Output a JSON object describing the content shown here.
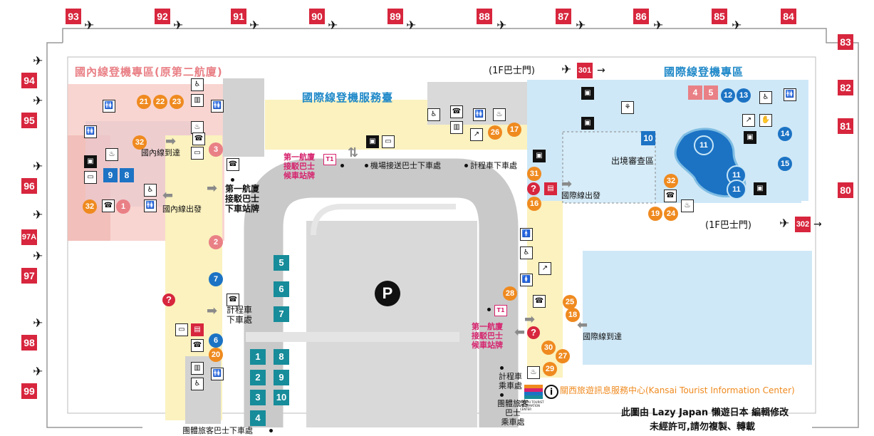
{
  "gates": [
    {
      "label": "93"
    },
    {
      "label": "92"
    },
    {
      "label": "91"
    },
    {
      "label": "90"
    },
    {
      "label": "89"
    },
    {
      "label": "88"
    },
    {
      "label": "87"
    },
    {
      "label": "86"
    },
    {
      "label": "85"
    },
    {
      "label": "84"
    },
    {
      "label": "83"
    },
    {
      "label": "82"
    },
    {
      "label": "81"
    },
    {
      "label": "80"
    },
    {
      "label": "94"
    },
    {
      "label": "95"
    },
    {
      "label": "96"
    },
    {
      "label": "97A"
    },
    {
      "label": "97"
    },
    {
      "label": "98"
    },
    {
      "label": "99"
    }
  ],
  "zones": {
    "domestic_zone": "國內線登機專區(原第二航廈)",
    "intl_counter": "國際線登機服務臺",
    "intl_zone": "國際線登機專區",
    "immigration": "出境審查區"
  },
  "bus_gate_top": {
    "prefix": "(1F巴士門)",
    "gate": "301",
    "arrow": "→"
  },
  "bus_gate_right": {
    "prefix": "(1F巴士門)",
    "gate": "302",
    "arrow": "→"
  },
  "labels": {
    "domestic_arrival": "國內線到達",
    "domestic_departure": "國內線出發",
    "intl_departure": "國際線出發",
    "intl_arrival": "國際線到達",
    "t1_bus_stop_top_1": "第一航廈",
    "t1_bus_stop_top_2": "接駁巴士",
    "t1_bus_stop_top_3": "候車站牌",
    "shuttle_drop": "機場接送巴士下車處",
    "taxi_drop_top": "計程車下車處",
    "t1_sign_1": "第一航廈",
    "t1_sign_2": "接駁巴士",
    "t1_sign_3": "下車站牌",
    "taxi_drop_left_1": "計程車",
    "taxi_drop_left_2": "下車處",
    "t1_bus_stop_bottom_1": "第一航廈",
    "t1_bus_stop_bottom_2": "接駁巴士",
    "t1_bus_stop_bottom_3": "候車站牌",
    "taxi_pick_1": "計程車",
    "taxi_pick_2": "乘車處",
    "group_bus_pick_1": "團體旅客",
    "group_bus_pick_2": "巴士",
    "group_bus_pick_3": "乘車處",
    "group_bus_drop": "團體旅客巴士下車處",
    "tourist_center": "關西旅遊訊息服務中心(Kansai Tourist Information Center)",
    "kansai_logo_text": "KANSAI TOURIST INFORMATION CENTER",
    "parking": "P",
    "t1_icon": "T1"
  },
  "credit": {
    "line1": "此圖由 Lazy Japan 懶遊日本 編輯修改",
    "line2": "未經許可,請勿複製、轉載"
  },
  "bus_stops": [
    "1",
    "2",
    "3",
    "4",
    "5",
    "6",
    "7",
    "8",
    "9",
    "10"
  ],
  "facility_numbers": {
    "orange": [
      "21",
      "22",
      "23",
      "32",
      "32",
      "31",
      "16",
      "26",
      "17",
      "28",
      "25",
      "18",
      "30",
      "27",
      "29",
      "19",
      "24",
      "20",
      "32"
    ],
    "blue": [
      "9",
      "8",
      "7",
      "6",
      "10",
      "11",
      "11",
      "11",
      "12",
      "13",
      "14",
      "15"
    ],
    "pink": [
      "1",
      "2",
      "3",
      "4",
      "5"
    ]
  },
  "icons": [
    "restroom-icon",
    "elevator-icon",
    "smoking-icon",
    "phone-icon",
    "atm-icon",
    "computer-icon",
    "info-icon",
    "post-icon",
    "nursing-icon",
    "baby-icon",
    "airplane-icon"
  ],
  "colors": {
    "gate_red": "#d7263d",
    "domestic_pink": "#f4c9c5",
    "intl_blue": "#cfe8f7",
    "corridor_yellow": "#fbf2bf",
    "road_gray": "#c9c9c9",
    "bus_teal": "#178c9a",
    "orange": "#ef8a1f",
    "blue": "#1c73c4",
    "magenta": "#d6246e"
  }
}
